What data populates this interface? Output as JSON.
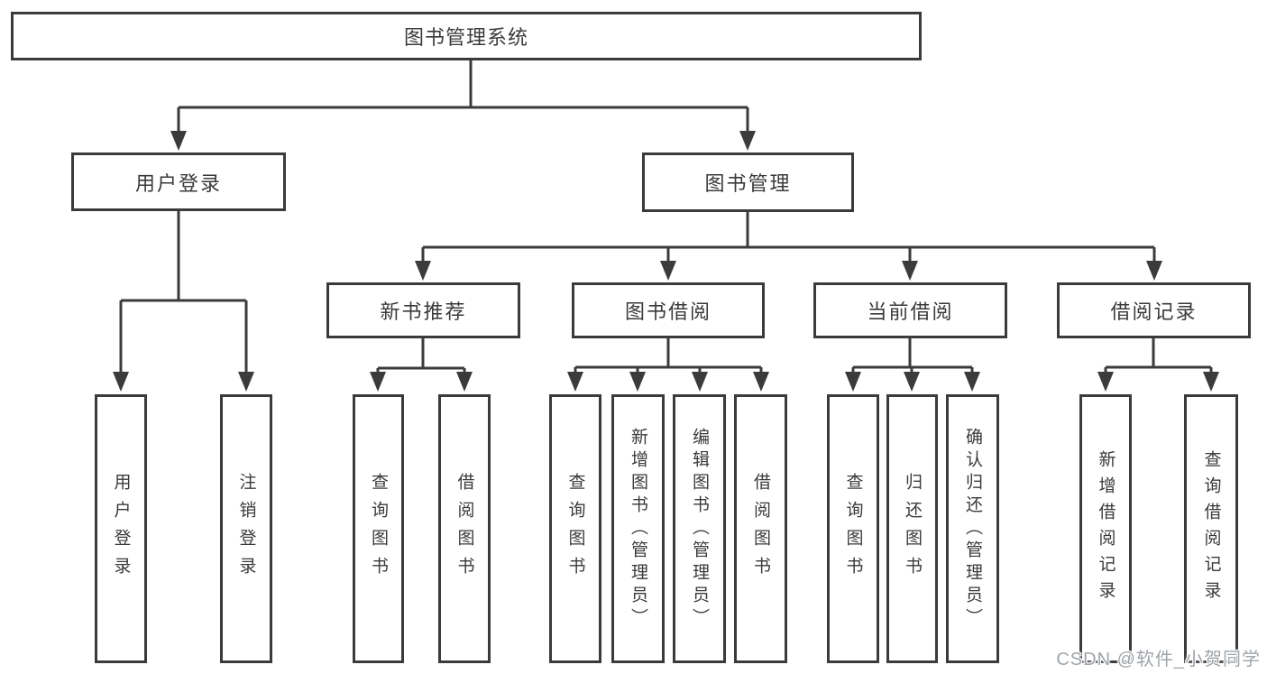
{
  "diagram": {
    "root": {
      "label": "图书管理系统"
    },
    "branches": [
      {
        "label": "用户登录",
        "children": [
          {
            "label": "用户登录"
          },
          {
            "label": "注销登录"
          }
        ]
      },
      {
        "label": "图书管理",
        "children": [
          {
            "label": "新书推荐",
            "children": [
              {
                "label": "查询图书"
              },
              {
                "label": "借阅图书"
              }
            ]
          },
          {
            "label": "图书借阅",
            "children": [
              {
                "label": "查询图书"
              },
              {
                "label": "新增图书（管理员）"
              },
              {
                "label": "编辑图书（管理员）"
              },
              {
                "label": "借阅图书"
              }
            ]
          },
          {
            "label": "当前借阅",
            "children": [
              {
                "label": "查询图书"
              },
              {
                "label": "归还图书"
              },
              {
                "label": "确认归还（管理员）"
              }
            ]
          },
          {
            "label": "借阅记录",
            "children": [
              {
                "label": "新增借阅记录"
              },
              {
                "label": "查询借阅记录"
              }
            ]
          }
        ]
      }
    ]
  },
  "watermark": {
    "text": "CSDN @软件_小贺同学",
    "color": "#a0a5aa"
  },
  "colors": {
    "line": "#3b3b3b",
    "box_border": "#3b3b3b",
    "box_background": "#ffffff",
    "text": "#3a3a3a",
    "page_background": "#ffffff"
  }
}
